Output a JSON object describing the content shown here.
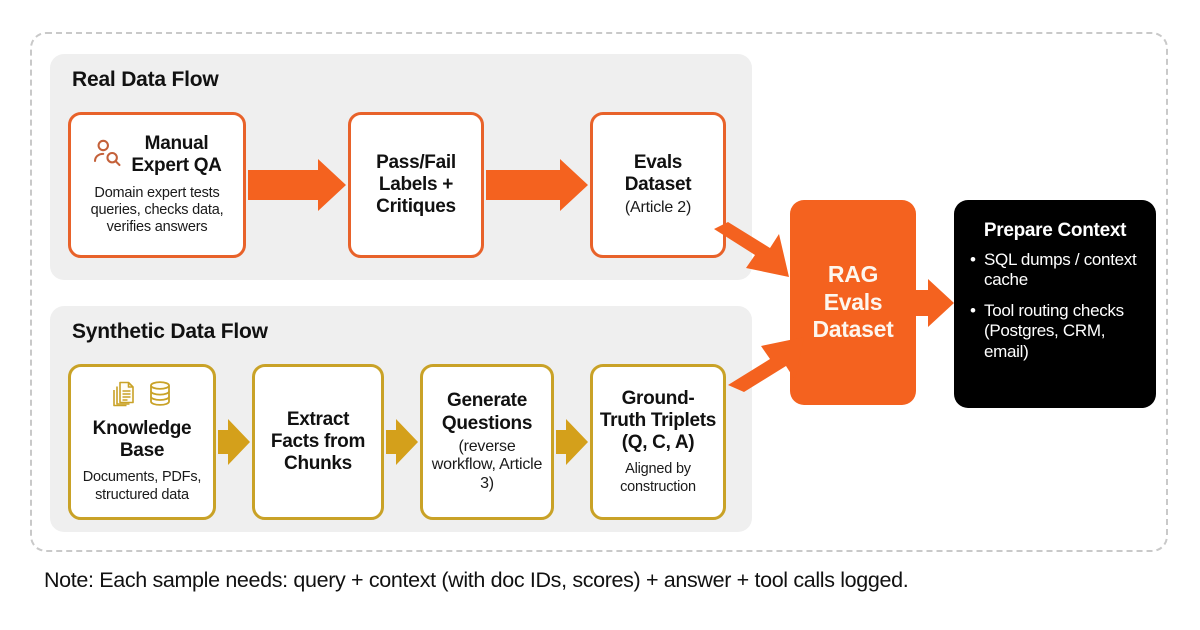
{
  "diagram": {
    "footer_note": "Note: Each sample needs: query + context (with doc IDs, scores) + answer + tool calls logged.",
    "colors": {
      "orange": "#F4621F",
      "orange_border": "#E8622A",
      "gold": "#C9A227",
      "panel_gray": "#EFEFEF",
      "frame_dash": "#C9C9C9",
      "black": "#000000"
    },
    "groups": {
      "real": {
        "title": "Real Data Flow",
        "nodes": [
          {
            "icon": "person-search-icon",
            "title": "Manual\nExpert QA",
            "title_line1": "Manual",
            "title_line2": "Expert QA",
            "note": "Domain expert tests queries, checks data, verifies answers"
          },
          {
            "title_line1": "Pass/Fail",
            "title_line2": "Labels +",
            "title_line3": "Critiques"
          },
          {
            "title_line1": "Evals",
            "title_line2": "Dataset",
            "sub": "(Article 2)"
          }
        ]
      },
      "synthetic": {
        "title": "Synthetic Data Flow",
        "nodes": [
          {
            "icons": [
              "documents-icon",
              "database-icon"
            ],
            "title_line1": "Knowledge",
            "title_line2": "Base",
            "note": "Documents, PDFs, structured data"
          },
          {
            "title_line1": "Extract",
            "title_line2": "Facts from",
            "title_line3": "Chunks"
          },
          {
            "title_line1": "Generate",
            "title_line2": "Questions",
            "sub": "(reverse workflow, Article 3)"
          },
          {
            "title_line1": "Ground-",
            "title_line2": "Truth Triplets",
            "title_line3": "(Q, C, A)",
            "note": "Aligned by construction"
          }
        ]
      }
    },
    "rag": {
      "line1": "RAG",
      "line2": "Evals",
      "line3": "Dataset"
    },
    "prepare": {
      "title": "Prepare Context",
      "items": [
        "SQL dumps / context cache",
        "Tool routing checks (Postgres, CRM, email)"
      ]
    }
  }
}
